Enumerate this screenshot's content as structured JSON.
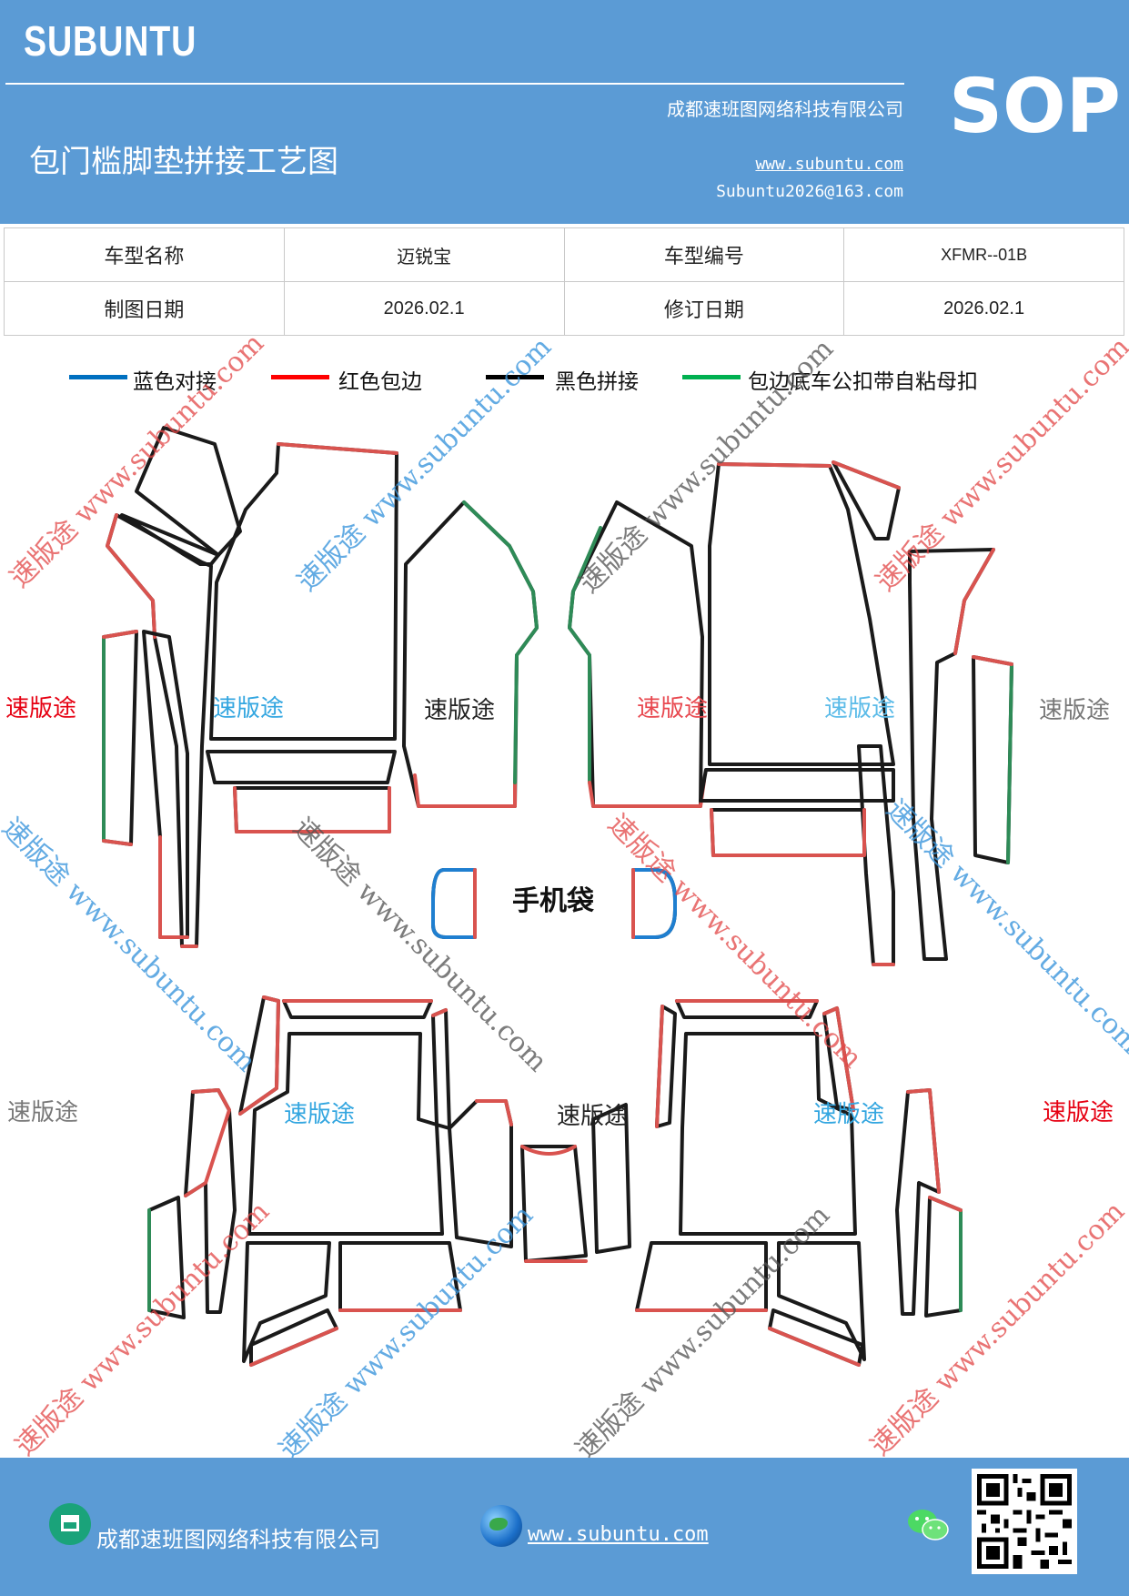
{
  "header": {
    "brand": "SUBUNTU",
    "company": "成都速班图网络科技有限公司",
    "title": "包门槛脚垫拼接工艺图",
    "website": "www.subuntu.com",
    "email": "Subuntu2026@163.com",
    "sop": "SOP"
  },
  "info_table": {
    "model_name_label": "车型名称",
    "model_name_value": "迈锐宝",
    "model_code_label": "车型编号",
    "model_code_value": "XFMR--01B",
    "draw_date_label": "制图日期",
    "draw_date_value": "2026.02.1",
    "revise_date_label": "修订日期",
    "revise_date_value": "2026.02.1"
  },
  "legend": [
    {
      "label": "蓝色对接",
      "color": "#0070c0"
    },
    {
      "label": "红色包边",
      "color": "#ff0000"
    },
    {
      "label": "黑色拼接",
      "color": "#000000"
    },
    {
      "label": "包边底车公扣带自粘母扣",
      "color": "#00b050"
    }
  ],
  "diagram": {
    "phone_pocket_label": "手机袋"
  },
  "watermarks": {
    "brand_cn": "速版途",
    "url_diag": "速版途 www.subuntu.com"
  },
  "footer": {
    "company": "成都速班图网络科技有限公司",
    "url": "www.subuntu.com"
  },
  "colors": {
    "header_bg": "#5b9bd5",
    "edge_red": "#d9534f",
    "edge_green": "#2e8b57",
    "edge_blue": "#1f7fd0",
    "edge_black": "#1a1a1a"
  }
}
